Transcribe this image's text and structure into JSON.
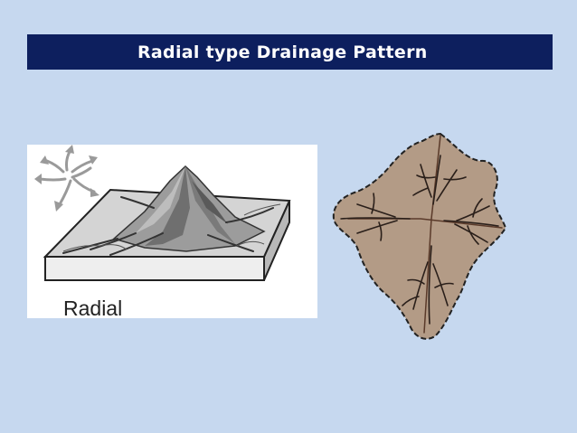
{
  "slide": {
    "title": "Radial type Drainage Pattern",
    "background_color": "#c6d8ef",
    "title_bar_color": "#0d1f5e"
  },
  "block_diagram": {
    "caption": "Radial",
    "depicts": "mountain-peak-block-diagram-with-radial-streams",
    "arrow_icon": "radial-arrows-icon"
  },
  "map_diagram": {
    "fill_color": "#b39b86",
    "depicts": "radial-drainage-plan-view"
  }
}
